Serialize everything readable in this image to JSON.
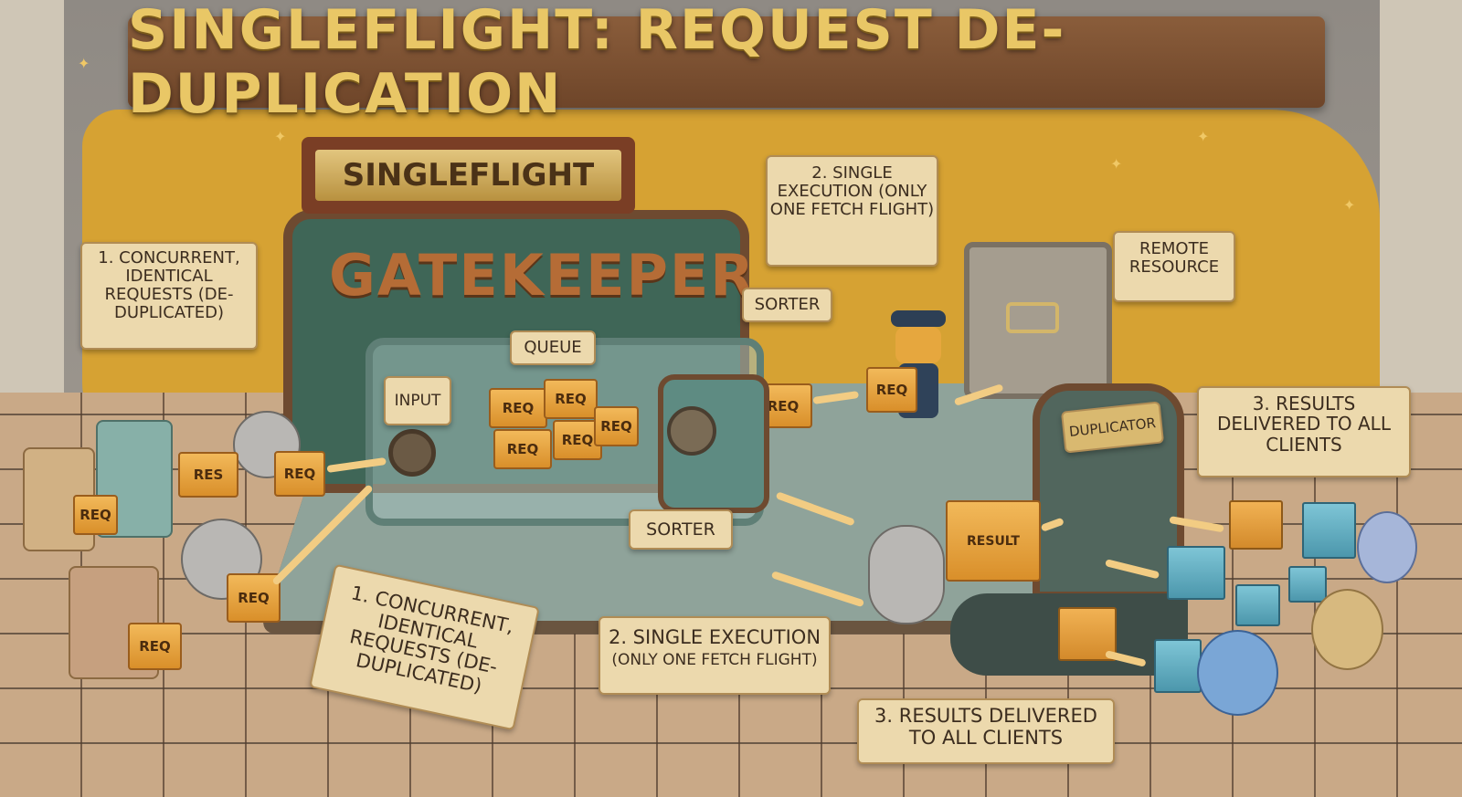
{
  "title": "SINGLEFLIGHT: REQUEST DE-DUPLICATION",
  "sign": "SINGLEFLIGHT",
  "machine_name": "GATEKEEPER",
  "labels": {
    "step1_top": "1. CONCURRENT, IDENTICAL REQUESTS (DE-DUPLICATED)",
    "step2_top": "2. SINGLE EXECUTION (ONLY ONE FETCH FLIGHT)",
    "remote": "REMOTE RESOURCE",
    "step3_top": "3. RESULTS DELIVERED TO ALL CLIENTS",
    "queue": "QUEUE",
    "input": "INPUT",
    "sorter_top": "SORTER",
    "sorter_bottom": "SORTER",
    "duplicator": "DUPLICATOR",
    "step1_bottom": "1. CONCURRENT, IDENTICAL REQUESTS (DE-DUPLICATED)",
    "step2_bottom_line1": "2. SINGLE EXECUTION",
    "step2_bottom_line2": "(ONLY ONE FETCH FLIGHT)",
    "step3_bottom": "3. RESULTS DELIVERED TO ALL CLIENTS"
  },
  "boxes": {
    "req": "REQ",
    "res": "RES",
    "result": "RESULT"
  }
}
